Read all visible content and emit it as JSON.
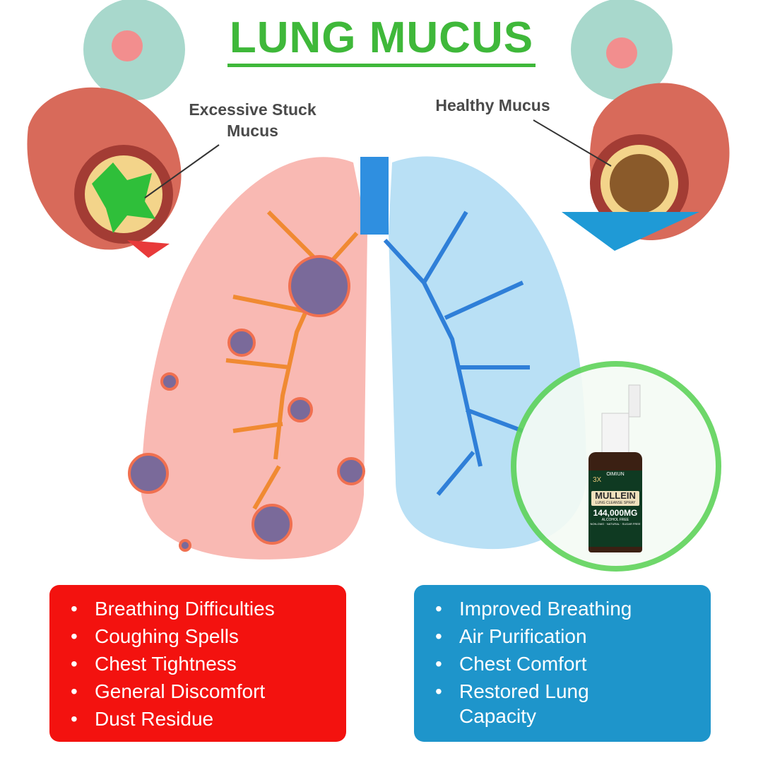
{
  "title": "LUNG MUCUS",
  "labels": {
    "left": "Excessive Stuck Mucus",
    "right": "Healthy Mucus"
  },
  "product": {
    "brand": "OIMIUN",
    "multiplier": "3X",
    "name": "MULLEIN",
    "subtitle": "LUNG CLEANSE SPRAY",
    "strength": "144,000MG",
    "note": "ALCOHOL FREE",
    "tags": "NON-GMO · NATURAL · SUGAR FREE"
  },
  "problems": [
    "Breathing Difficulties",
    "Coughing Spells",
    "Chest Tightness",
    "General Discomfort",
    "Dust Residue"
  ],
  "benefits": [
    "Improved Breathing",
    "Air Purification",
    "Chest Comfort",
    "Restored Lung",
    "Capacity"
  ],
  "colors": {
    "title": "#3fb83a",
    "problems_bg": "#f3120f",
    "benefits_bg": "#1e95cb"
  }
}
